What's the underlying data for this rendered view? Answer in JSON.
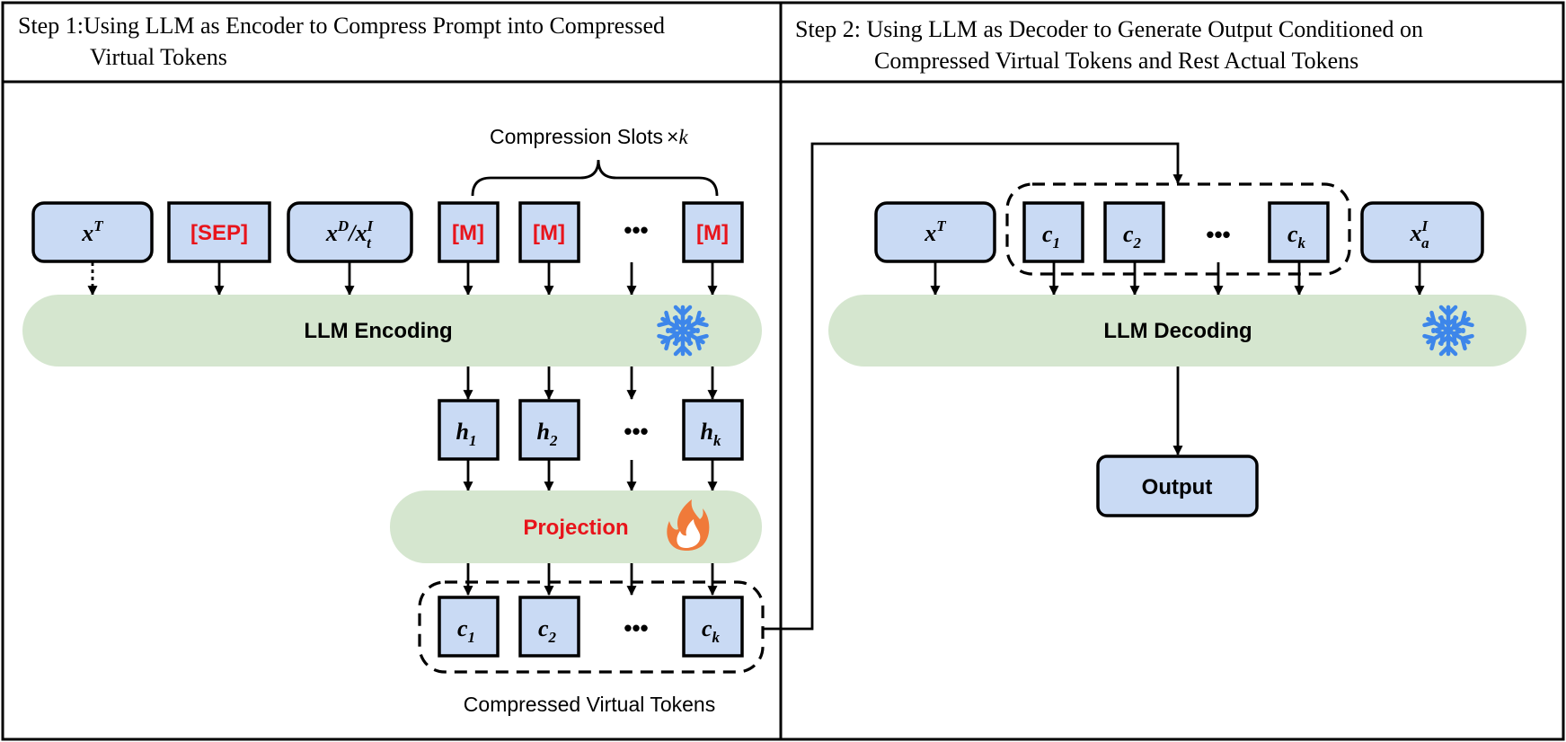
{
  "step1": {
    "title_line1": "Step 1:Using LLM as Encoder to Compress Prompt into Compressed",
    "title_line2": "Virtual Tokens",
    "inputs": {
      "xT": {
        "base": "x",
        "sup": "T"
      },
      "sep": "[SEP]",
      "xD": {
        "base": "x",
        "sup": "D",
        "slash": "/",
        "base2": "x",
        "sup2": "I",
        "sub2": "t"
      },
      "mask": "[M]",
      "ellipsis": "•••"
    },
    "compression_label": "Compression Slots",
    "compression_times": "×",
    "compression_k": "k",
    "encoder_label": "LLM Encoding",
    "hidden": {
      "h1": {
        "base": "h",
        "sub": "1"
      },
      "h2": {
        "base": "h",
        "sub": "2"
      },
      "hk": {
        "base": "h",
        "sub": "k"
      }
    },
    "projection_label": "Projection",
    "compressed": {
      "c1": {
        "base": "c",
        "sub": "1"
      },
      "c2": {
        "base": "c",
        "sub": "2"
      },
      "ck": {
        "base": "c",
        "sub": "k"
      }
    },
    "compressed_caption": "Compressed Virtual Tokens"
  },
  "step2": {
    "title_line1": "Step 2: Using LLM as Decoder to Generate Output Conditioned on",
    "title_line2": "Compressed Virtual Tokens and Rest Actual Tokens",
    "inputs": {
      "xT": {
        "base": "x",
        "sup": "T"
      },
      "c1": {
        "base": "c",
        "sub": "1"
      },
      "c2": {
        "base": "c",
        "sub": "2"
      },
      "ck": {
        "base": "c",
        "sub": "k"
      },
      "ellipsis": "•••",
      "xa": {
        "base": "x",
        "sup": "I",
        "sub": "a"
      }
    },
    "decoder_label": "LLM Decoding",
    "output_label": "Output"
  },
  "colors": {
    "token_fill": "#c9daf4",
    "llm_fill": "#d5e6cf",
    "highlight_text": "#e8141b",
    "snowflake": "#3d86ea",
    "flame": "#f07a3a"
  },
  "icons": [
    "snowflake-icon",
    "flame-icon"
  ]
}
